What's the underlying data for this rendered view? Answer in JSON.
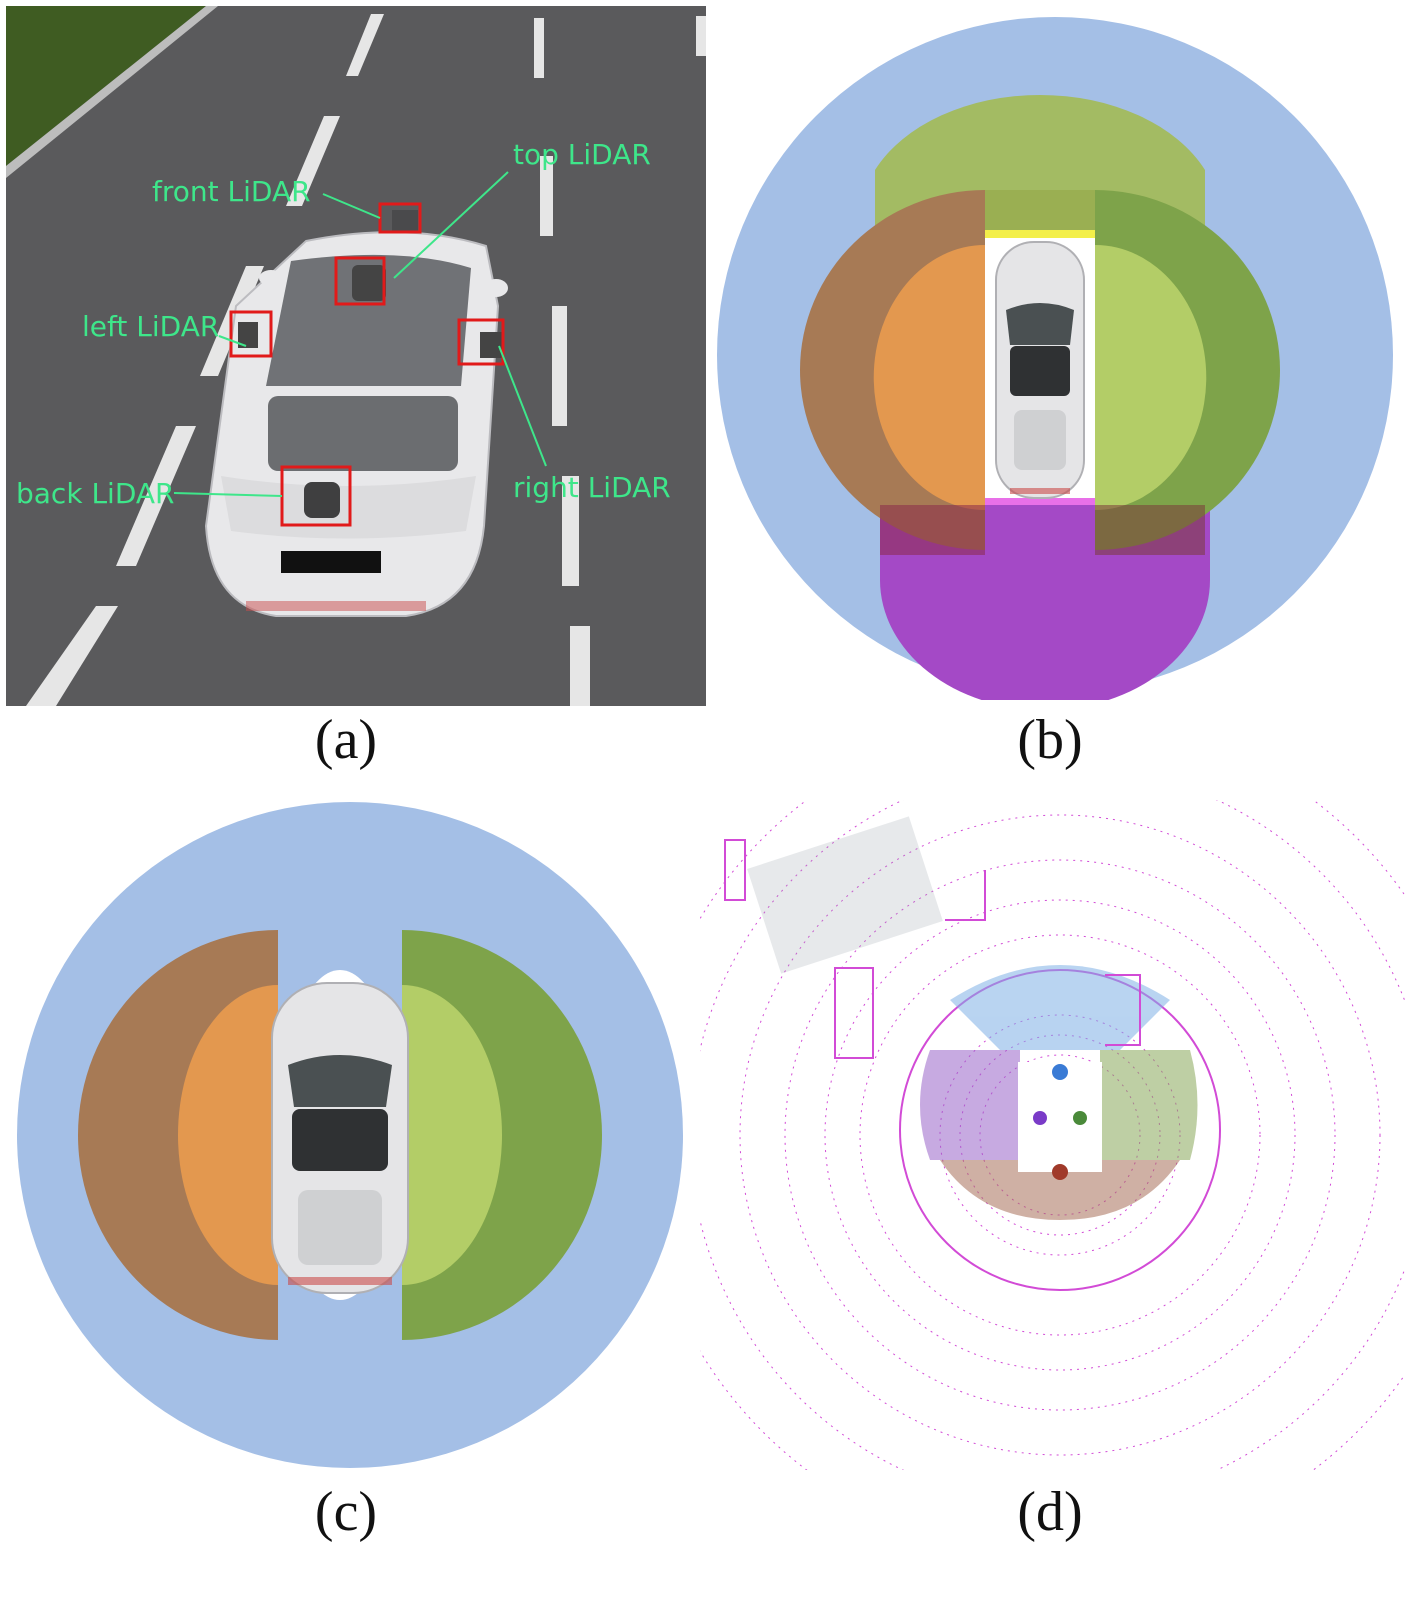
{
  "panels": {
    "a": {
      "caption": "(a)",
      "labels": {
        "front": "front LiDAR",
        "top": "top LiDAR",
        "left": "left LiDAR",
        "right": "right LiDAR",
        "back": "back LiDAR"
      }
    },
    "b": {
      "caption": "(b)"
    },
    "c": {
      "caption": "(c)"
    },
    "d": {
      "caption": "(d)"
    }
  },
  "colors": {
    "road": "#5a5a5c",
    "grass": "#3f5c22",
    "lane_marking": "#e6e6e6",
    "label_green": "#3ee68a",
    "highlight_box": "#e11a1a",
    "top_coverage": "#a4bfe6",
    "front_coverage": "#a3bb63",
    "left_coverage": "#a77a55",
    "right_coverage": "#7ea34a",
    "back_coverage": "#a449c6",
    "overlap_orange": "#e3984f",
    "overlap_lightgreen": "#b3cd67",
    "point_magenta": "#d24bd6",
    "point_blue": "#7fb0e6",
    "point_purple": "#9b65c9",
    "point_green": "#8aa85a",
    "point_brown": "#a8705a"
  },
  "icons": [
    "car-top-view",
    "lidar-sensor-icon",
    "lidar-point-cloud"
  ]
}
